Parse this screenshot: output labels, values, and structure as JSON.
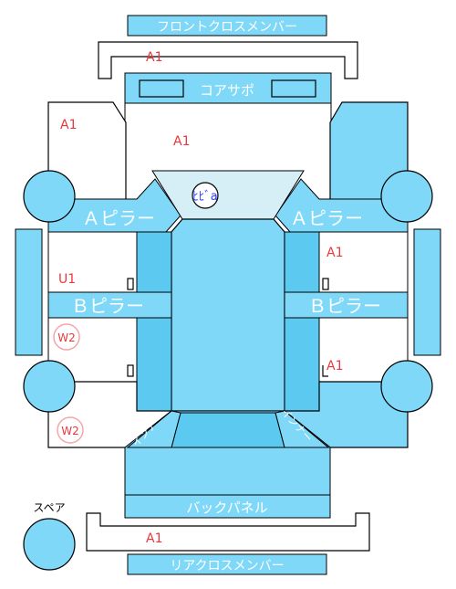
{
  "colors": {
    "panel": "#7fd8f8",
    "panel_dark": "#5ccaf0",
    "glass": "#d6eef6",
    "outline": "#000000",
    "damage": "#e8383d",
    "w_ring": "#f4a6a8"
  },
  "panels": {
    "front_cross_member": "フロントクロスメンバー",
    "core_support": "コアサポ",
    "a_pillar_left": "Ａピラー",
    "a_pillar_right": "Ａピラー",
    "b_pillar_left": "Ｂピラー",
    "b_pillar_right": "Ｂピラー",
    "inner_left": "インナー",
    "inner_right": "インナー",
    "back_panel": "バックパネル",
    "rear_cross_member": "リアクロスメンバー"
  },
  "marks": {
    "front_cross": "A1",
    "front_left": "A1",
    "front_center": "A1",
    "right_front_door": "A1",
    "right_rear_door": "A1",
    "left_front_door": "U1",
    "left_rear_door": "W2",
    "left_rear_fender": "W2",
    "rear_cross": "A1"
  },
  "windshield_mark": "ﾋﾋﾞa",
  "spare_label": "スペア"
}
